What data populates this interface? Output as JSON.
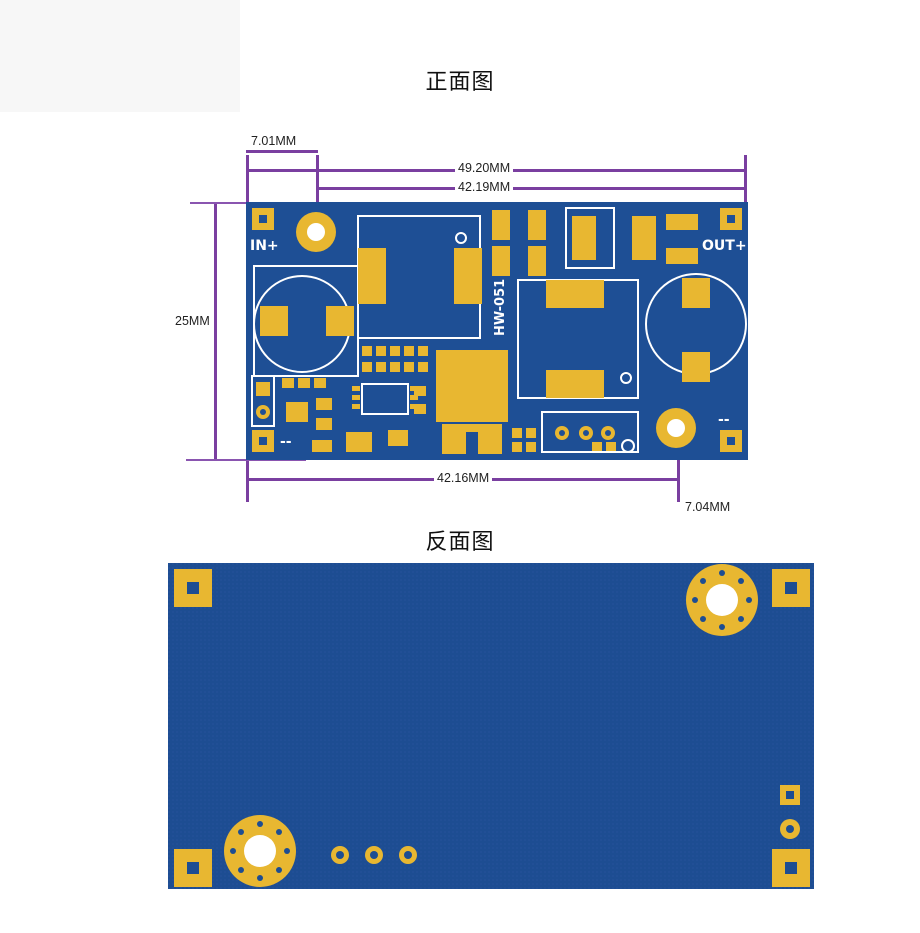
{
  "titles": {
    "front": "正面图",
    "back": "反面图"
  },
  "dimensions": {
    "hole_offset_left": "7.01MM",
    "overall_width": "49.20MM",
    "hole_to_hole_top": "42.19MM",
    "board_height": "25MM",
    "hole_to_hole_bottom": "42.16MM",
    "hole_offset_right": "7.04MM"
  },
  "board_labels": {
    "in_plus": "IN+",
    "out_plus": "OUT+",
    "model": "HW-051",
    "minus_left": "--",
    "minus_right": "--"
  },
  "colors": {
    "pcb_blue": "#1e4f95",
    "pad_gold": "#e8b731",
    "silk_white": "#ffffff",
    "dimension_purple": "#7a3fa0"
  }
}
